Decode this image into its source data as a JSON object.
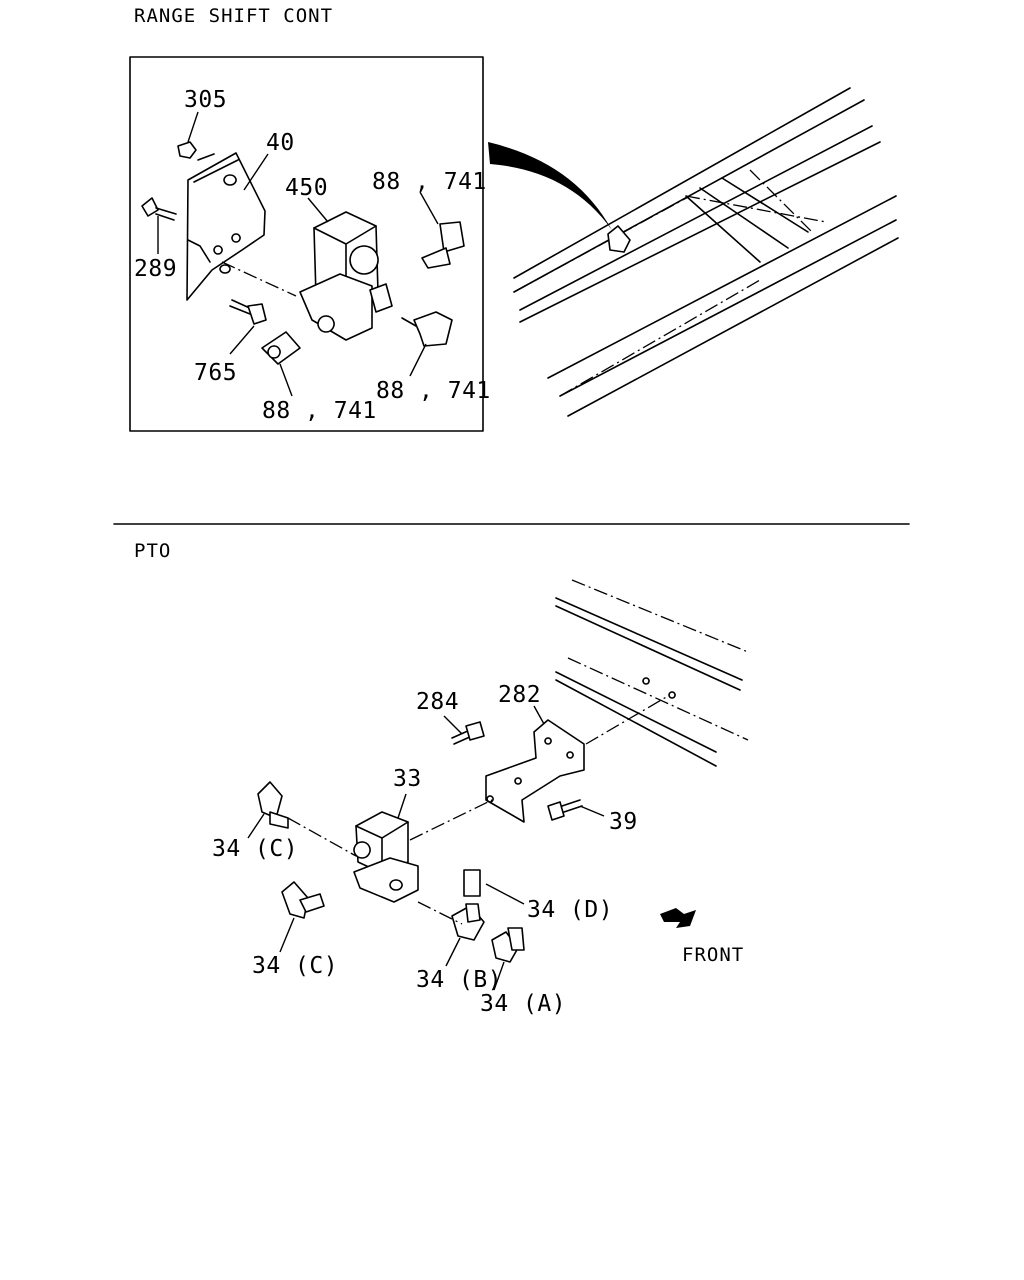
{
  "sections": {
    "range_shift": {
      "title": "RANGE SHIFT CONT",
      "labels": {
        "n305": "305",
        "n40": "40",
        "n450": "450",
        "n88_741_a": "88 , 741",
        "n289": "289",
        "n765": "765",
        "n88_741_b": "88 , 741",
        "n88_741_c": "88 , 741"
      }
    },
    "pto": {
      "title": "PTO",
      "labels": {
        "n284": "284",
        "n282": "282",
        "n33": "33",
        "n39": "39",
        "n34c_a": "34 (C)",
        "n34c_b": "34 (C)",
        "n34d": "34 (D)",
        "n34b": "34 (B)",
        "n34a": "34 (A)"
      },
      "direction_label": "FRONT"
    }
  },
  "icons": {
    "front_arrow": "arrow-right-icon"
  }
}
